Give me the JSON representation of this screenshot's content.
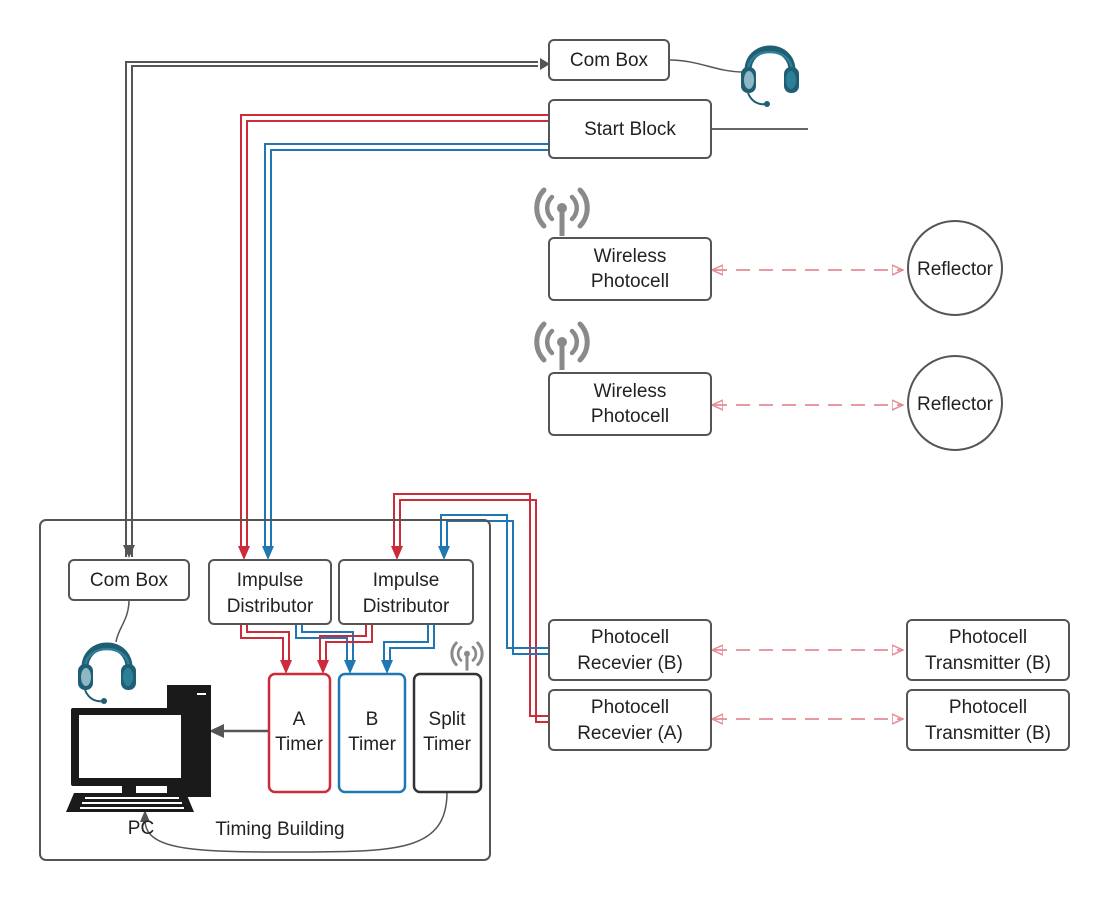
{
  "nodes": {
    "com_box_top": {
      "label": "Com Box"
    },
    "start_block": {
      "label": "Start Block"
    },
    "wireless_1": {
      "line1": "Wireless",
      "line2": "Photocell"
    },
    "wireless_2": {
      "line1": "Wireless",
      "line2": "Photocell"
    },
    "reflector_1": {
      "label": "Reflector"
    },
    "reflector_2": {
      "label": "Reflector"
    },
    "com_box_inner": {
      "label": "Com Box"
    },
    "impulse_dist_1": {
      "line1": "Impulse",
      "line2": "Distributor"
    },
    "impulse_dist_2": {
      "line1": "Impulse",
      "line2": "Distributor"
    },
    "a_timer": {
      "line1": "A",
      "line2": "Timer"
    },
    "b_timer": {
      "line1": "B",
      "line2": "Timer"
    },
    "split_timer": {
      "line1": "Split",
      "line2": "Timer"
    },
    "photocell_receiver_b": {
      "line1": "Photocell",
      "line2": "Recevier (B)"
    },
    "photocell_receiver_a": {
      "line1": "Photocell",
      "line2": "Recevier (A)"
    },
    "photocell_transmitter_1": {
      "line1": "Photocell",
      "line2": "Transmitter (B)"
    },
    "photocell_transmitter_2": {
      "line1": "Photocell",
      "line2": "Transmitter (B)"
    },
    "pc": {
      "label": "PC"
    }
  },
  "container": {
    "label": "Timing Building"
  },
  "colors": {
    "red": "#cc2b3a",
    "blue": "#1f78b4",
    "gray": "#555555",
    "dark": "#333333",
    "dashed": "#e58c95",
    "headset": "#1f5e73"
  },
  "icons": [
    "headset-icon",
    "antenna-icon",
    "computer-icon"
  ]
}
